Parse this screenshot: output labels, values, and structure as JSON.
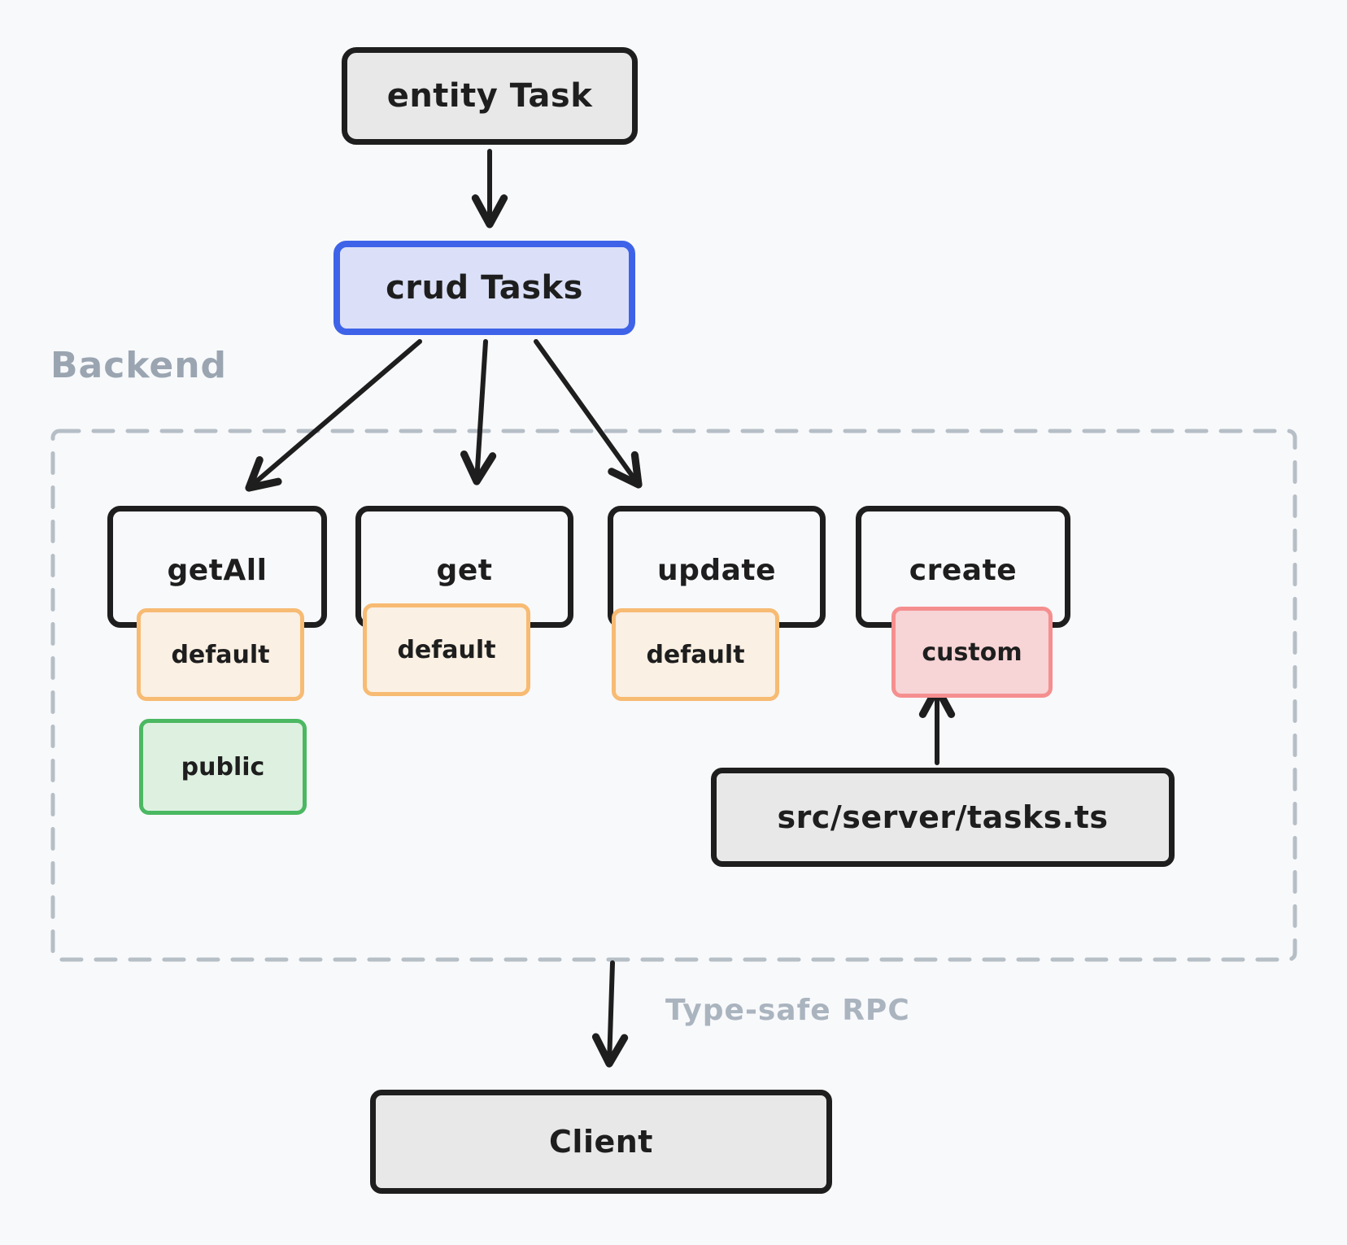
{
  "nodes": {
    "entity": "entity Task",
    "crud": "crud Tasks",
    "backend": "Backend",
    "ops": [
      {
        "name": "getAll",
        "badge": "default",
        "extra": "public"
      },
      {
        "name": "get",
        "badge": "default"
      },
      {
        "name": "update",
        "badge": "default"
      },
      {
        "name": "create",
        "badge": "custom"
      }
    ],
    "source": "src/server/tasks.ts",
    "rpc": "Type-safe RPC",
    "client": "Client"
  },
  "colors": {
    "bg": "#f8f9fb",
    "ink": "#1e1e1e",
    "box-gray": "#e8e8e8",
    "blue": "#3e63e8",
    "blue-fill": "#dbe0f8",
    "orange": "#f7bb73",
    "orange-fill": "#faf0e3",
    "red": "#f58f8f",
    "red-fill": "#f7d4d6",
    "green": "#4bb862",
    "green-fill": "#def1e0",
    "dash": "#b6bec6",
    "muted": "#9aa5b1",
    "muted-light": "#aab4bf"
  }
}
